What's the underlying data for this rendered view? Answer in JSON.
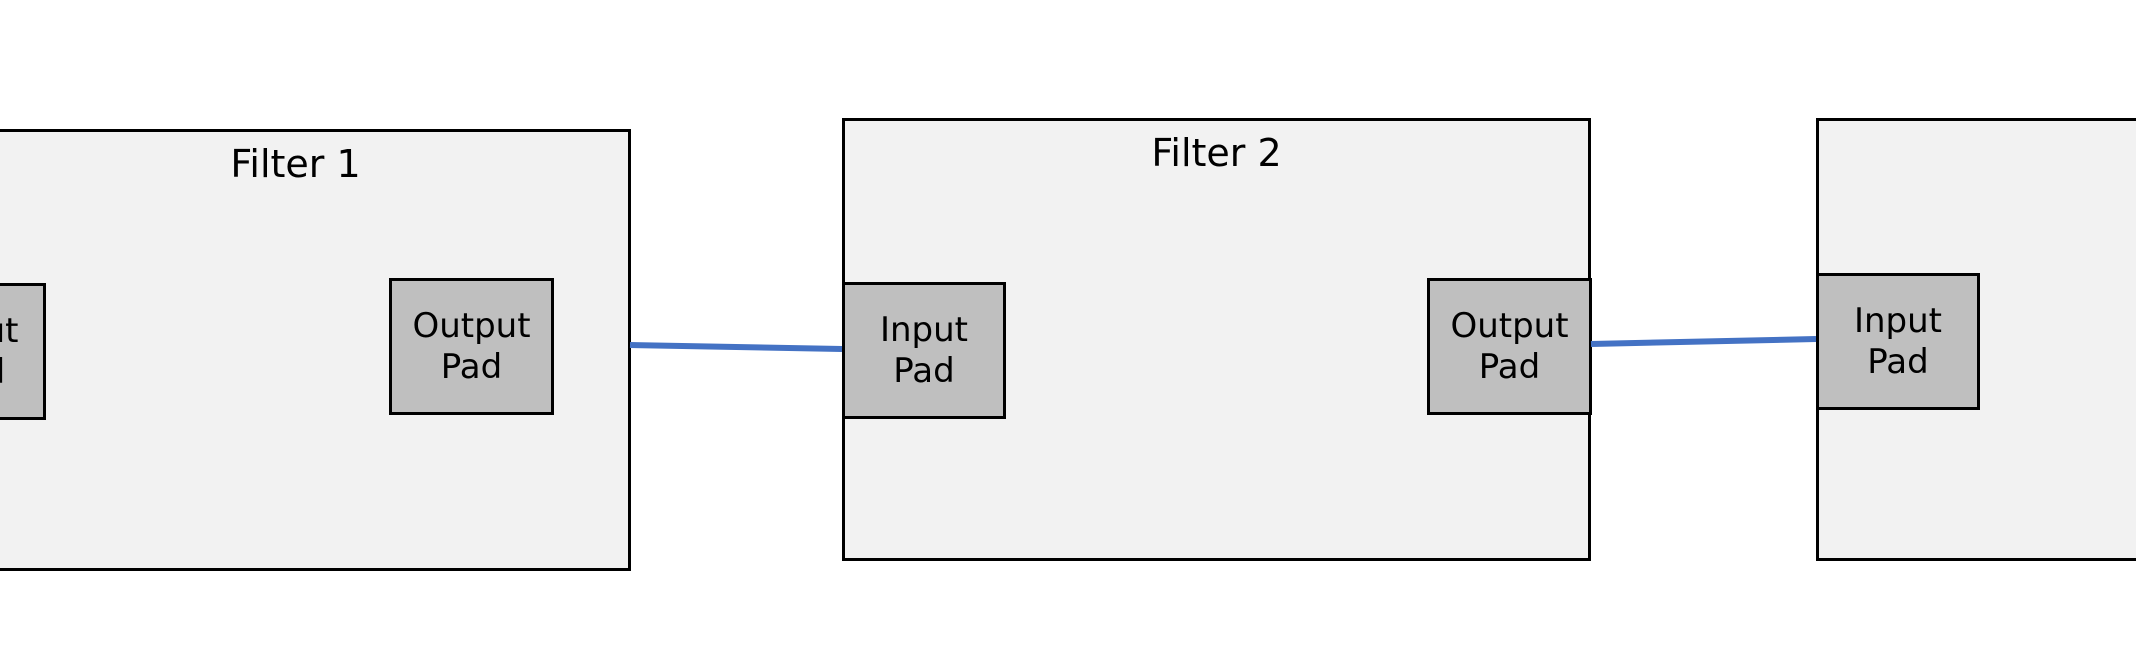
{
  "filters": [
    {
      "title": "Filter 1",
      "input_pad": {
        "line1": "Input",
        "line2": "Pad"
      },
      "output_pad": {
        "line1": "Output",
        "line2": "Pad"
      }
    },
    {
      "title": "Filter 2",
      "input_pad": {
        "line1": "Input",
        "line2": "Pad"
      },
      "output_pad": {
        "line1": "Output",
        "line2": "Pad"
      }
    },
    {
      "title": "",
      "input_pad": {
        "line1": "Input",
        "line2": "Pad"
      }
    }
  ],
  "colors": {
    "filter_fill": "#f2f2f2",
    "pad_fill": "#bfbfbf",
    "border": "#000000",
    "link": "#4472c4"
  }
}
